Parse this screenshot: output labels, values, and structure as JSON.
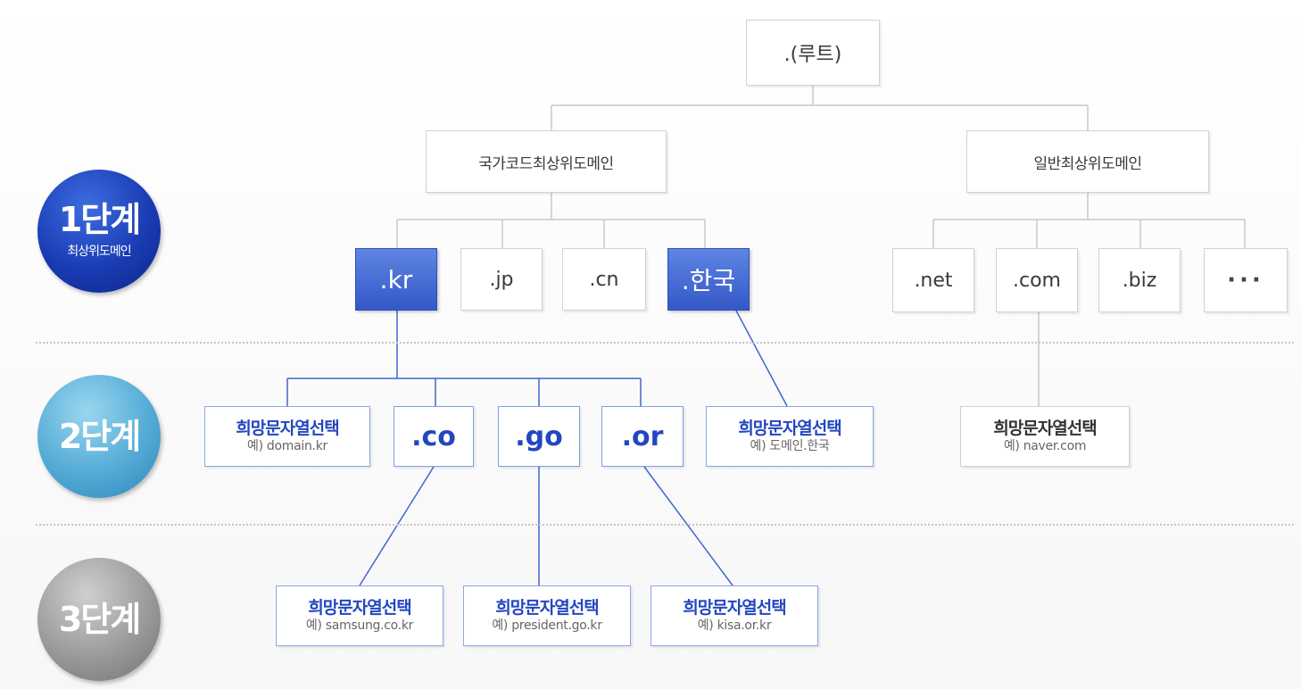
{
  "root": ".(루트)",
  "tld_groups": {
    "country": "국가코드최상위도메인",
    "generic": "일반최상위도메인"
  },
  "country_tlds": [
    ".kr",
    ".jp",
    ".cn",
    ".한국"
  ],
  "generic_tlds": [
    ".net",
    ".com",
    ".biz",
    "···"
  ],
  "second_level": {
    "kr_preferred": {
      "title": "희망문자열선택",
      "example": "예) domain.kr"
    },
    "kr_subs": [
      ".co",
      ".go",
      ".or"
    ],
    "hangul_preferred": {
      "title": "희망문자열선택",
      "example": "예) 도메인.한국"
    },
    "com_preferred": {
      "title": "희망문자열선택",
      "example": "예) naver.com"
    }
  },
  "third_level": [
    {
      "title": "희망문자열선택",
      "example": "예) samsung.co.kr"
    },
    {
      "title": "희망문자열선택",
      "example": "예) president.go.kr"
    },
    {
      "title": "희망문자열선택",
      "example": "예) kisa.or.kr"
    }
  ],
  "stages": [
    {
      "label": "1단계",
      "sub": "최상위도메인"
    },
    {
      "label": "2단계",
      "sub": ""
    },
    {
      "label": "3단계",
      "sub": ""
    }
  ],
  "colors": {
    "blue": "#2346c0",
    "connector_gray": "#c8c8c8",
    "connector_blue": "#3f66d0"
  }
}
